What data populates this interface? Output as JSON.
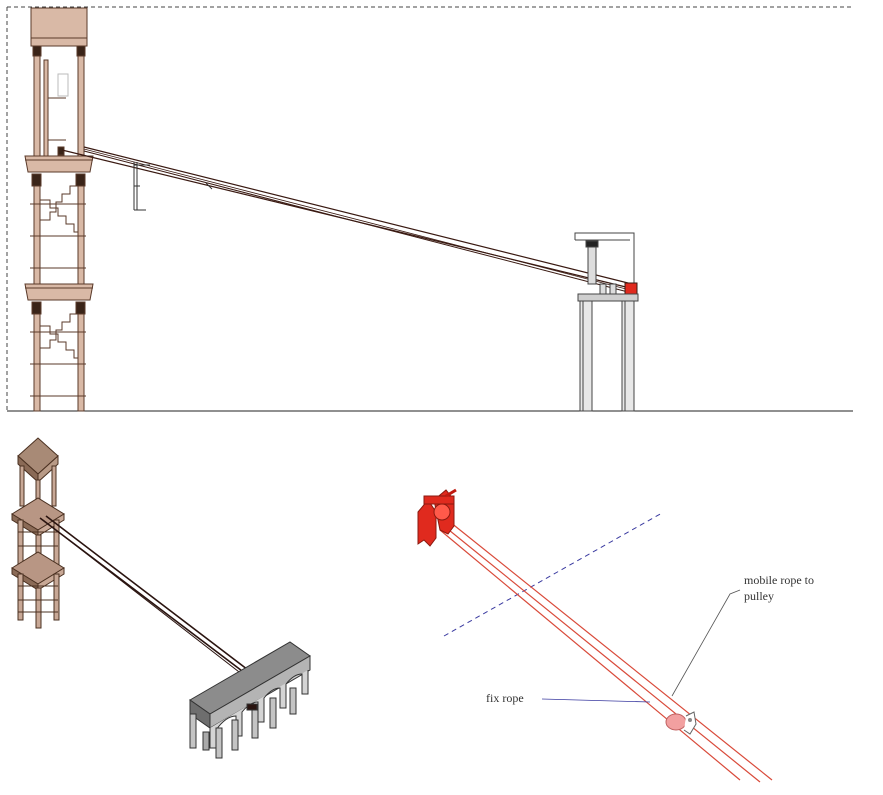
{
  "annotations": {
    "mobile_rope_line1": "mobile rope to",
    "mobile_rope_line2": "pulley",
    "fix_rope": "fix rope"
  },
  "colors": {
    "tower_fill": "#d9b9a6",
    "tower_stroke": "#5a3a2a",
    "tower_dark": "#3a2418",
    "rope": "#3a1a12",
    "winch_red": "#e02a1e",
    "rope_red": "#d94a3a",
    "dashed_blue": "#3a3aa0",
    "station_gray": "#9a9a9a",
    "leader_gray": "#555555",
    "pulley_pink": "#f2a0a0"
  }
}
